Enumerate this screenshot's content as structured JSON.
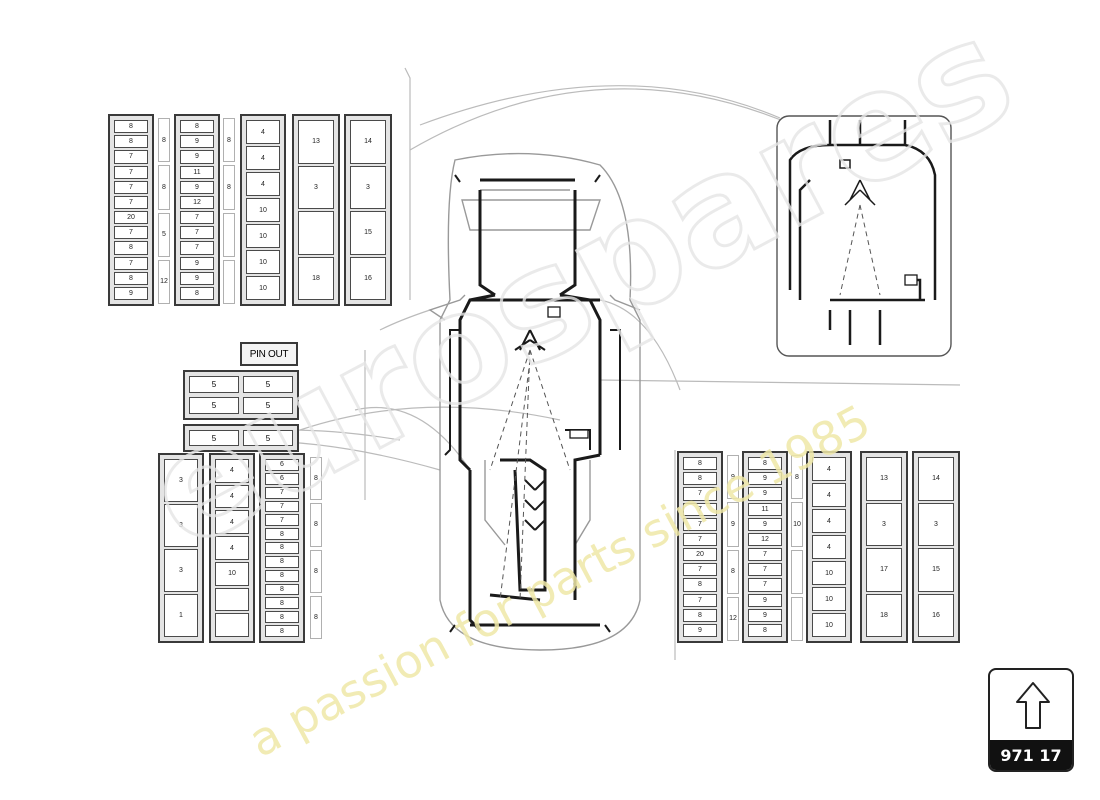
{
  "pinout_label": "PIN OUT",
  "badge_number": "971 17",
  "watermark": {
    "brand": "eurospares",
    "tagline": "a passion for parts since 1985",
    "brand_color": "#e8e8e8",
    "tagline_color": "#efe6a0"
  },
  "top_left_fuse_columns": [
    [
      "8",
      "8",
      "7",
      "7",
      "7",
      "7",
      "20",
      "7",
      "8",
      "7",
      "8",
      "9"
    ],
    [
      "8",
      "9",
      "9",
      "11",
      "9",
      "12",
      "7",
      "7",
      "7",
      "9",
      "9",
      "8"
    ],
    [
      "4",
      "4",
      "4",
      "10",
      "10",
      "10",
      "10"
    ],
    [
      "13",
      "3",
      "",
      "18"
    ],
    [
      "14",
      "3",
      "15",
      "16"
    ]
  ],
  "top_left_strips": [
    [
      "8",
      "8",
      "5",
      "12"
    ],
    [
      "8",
      "8",
      "",
      ""
    ]
  ],
  "bottom_right_fuse_columns": [
    [
      "8",
      "8",
      "7",
      "7",
      "7",
      "7",
      "20",
      "7",
      "8",
      "7",
      "8",
      "9"
    ],
    [
      "8",
      "9",
      "9",
      "11",
      "9",
      "12",
      "7",
      "7",
      "7",
      "9",
      "9",
      "8"
    ],
    [
      "4",
      "4",
      "4",
      "4",
      "10",
      "10",
      "10"
    ],
    [
      "13",
      "3",
      "17",
      "18"
    ],
    [
      "14",
      "3",
      "15",
      "16"
    ]
  ],
  "bottom_right_strips": [
    [
      "9",
      "9",
      "8",
      "12"
    ],
    [
      "8",
      "10",
      "",
      ""
    ]
  ],
  "relay_rows_top": [
    "5",
    "5",
    "5",
    "5"
  ],
  "relay_rows_bottom": [
    "5",
    "5"
  ],
  "bottom_left_fuse_columns": [
    [
      "3",
      "3",
      "3",
      "1"
    ],
    [
      "4",
      "4",
      "4",
      "4",
      "10",
      "",
      ""
    ],
    [
      "6",
      "6",
      "7",
      "7",
      "7",
      "8",
      "8",
      "8",
      "8",
      "8",
      "8",
      "8",
      "8"
    ]
  ],
  "bottom_left_strip": [
    "8",
    "8",
    "8",
    "8"
  ]
}
